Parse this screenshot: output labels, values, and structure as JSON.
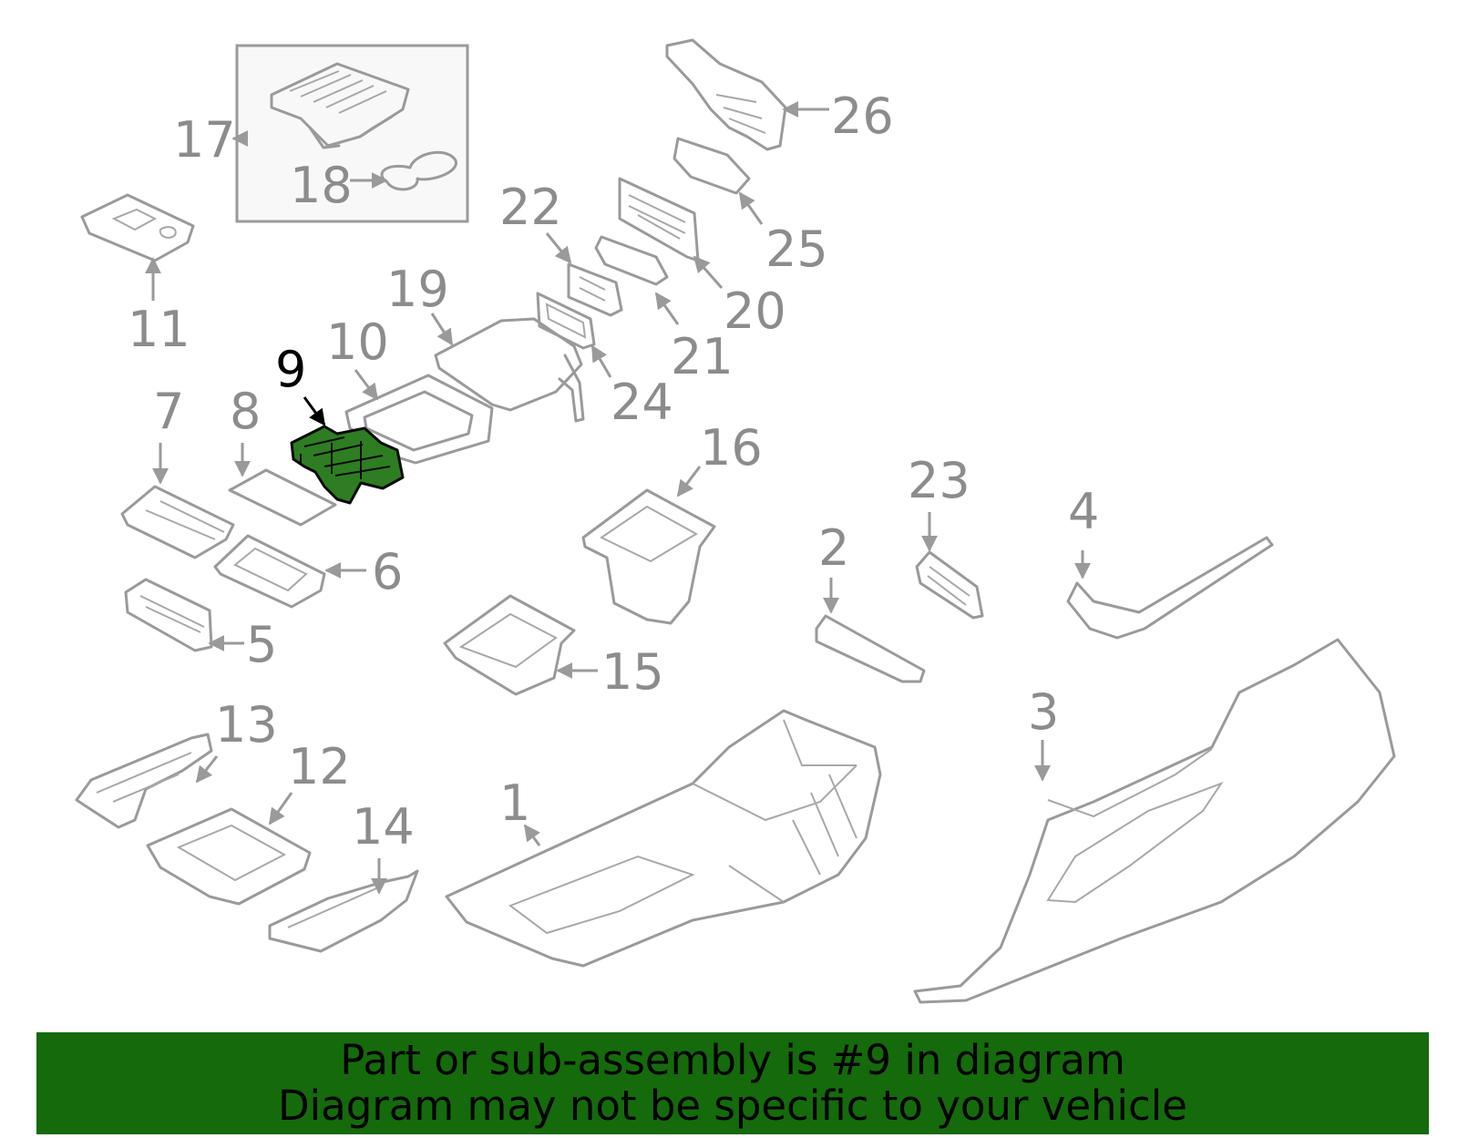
{
  "colors": {
    "banner_bg": "#156a0c",
    "highlight_part": "#2e7d22",
    "part_stroke": "#9a9a9a",
    "callout_text": "#8c8c8c",
    "highlight_text": "#000000"
  },
  "diagram": {
    "callouts": [
      {
        "id": "1",
        "label": "1"
      },
      {
        "id": "2",
        "label": "2"
      },
      {
        "id": "3",
        "label": "3"
      },
      {
        "id": "4",
        "label": "4"
      },
      {
        "id": "5",
        "label": "5"
      },
      {
        "id": "6",
        "label": "6"
      },
      {
        "id": "7",
        "label": "7"
      },
      {
        "id": "8",
        "label": "8"
      },
      {
        "id": "9",
        "label": "9"
      },
      {
        "id": "10",
        "label": "10"
      },
      {
        "id": "11",
        "label": "11"
      },
      {
        "id": "12",
        "label": "12"
      },
      {
        "id": "13",
        "label": "13"
      },
      {
        "id": "14",
        "label": "14"
      },
      {
        "id": "15",
        "label": "15"
      },
      {
        "id": "16",
        "label": "16"
      },
      {
        "id": "17",
        "label": "17"
      },
      {
        "id": "18",
        "label": "18"
      },
      {
        "id": "19",
        "label": "19"
      },
      {
        "id": "20",
        "label": "20"
      },
      {
        "id": "21",
        "label": "21"
      },
      {
        "id": "22",
        "label": "22"
      },
      {
        "id": "23",
        "label": "23"
      },
      {
        "id": "24",
        "label": "24"
      },
      {
        "id": "25",
        "label": "25"
      },
      {
        "id": "26",
        "label": "26"
      }
    ],
    "highlighted_part": "9"
  },
  "banner": {
    "line1": "Part or sub-assembly is #9 in diagram",
    "line2": "Diagram may not be specific to your vehicle"
  }
}
